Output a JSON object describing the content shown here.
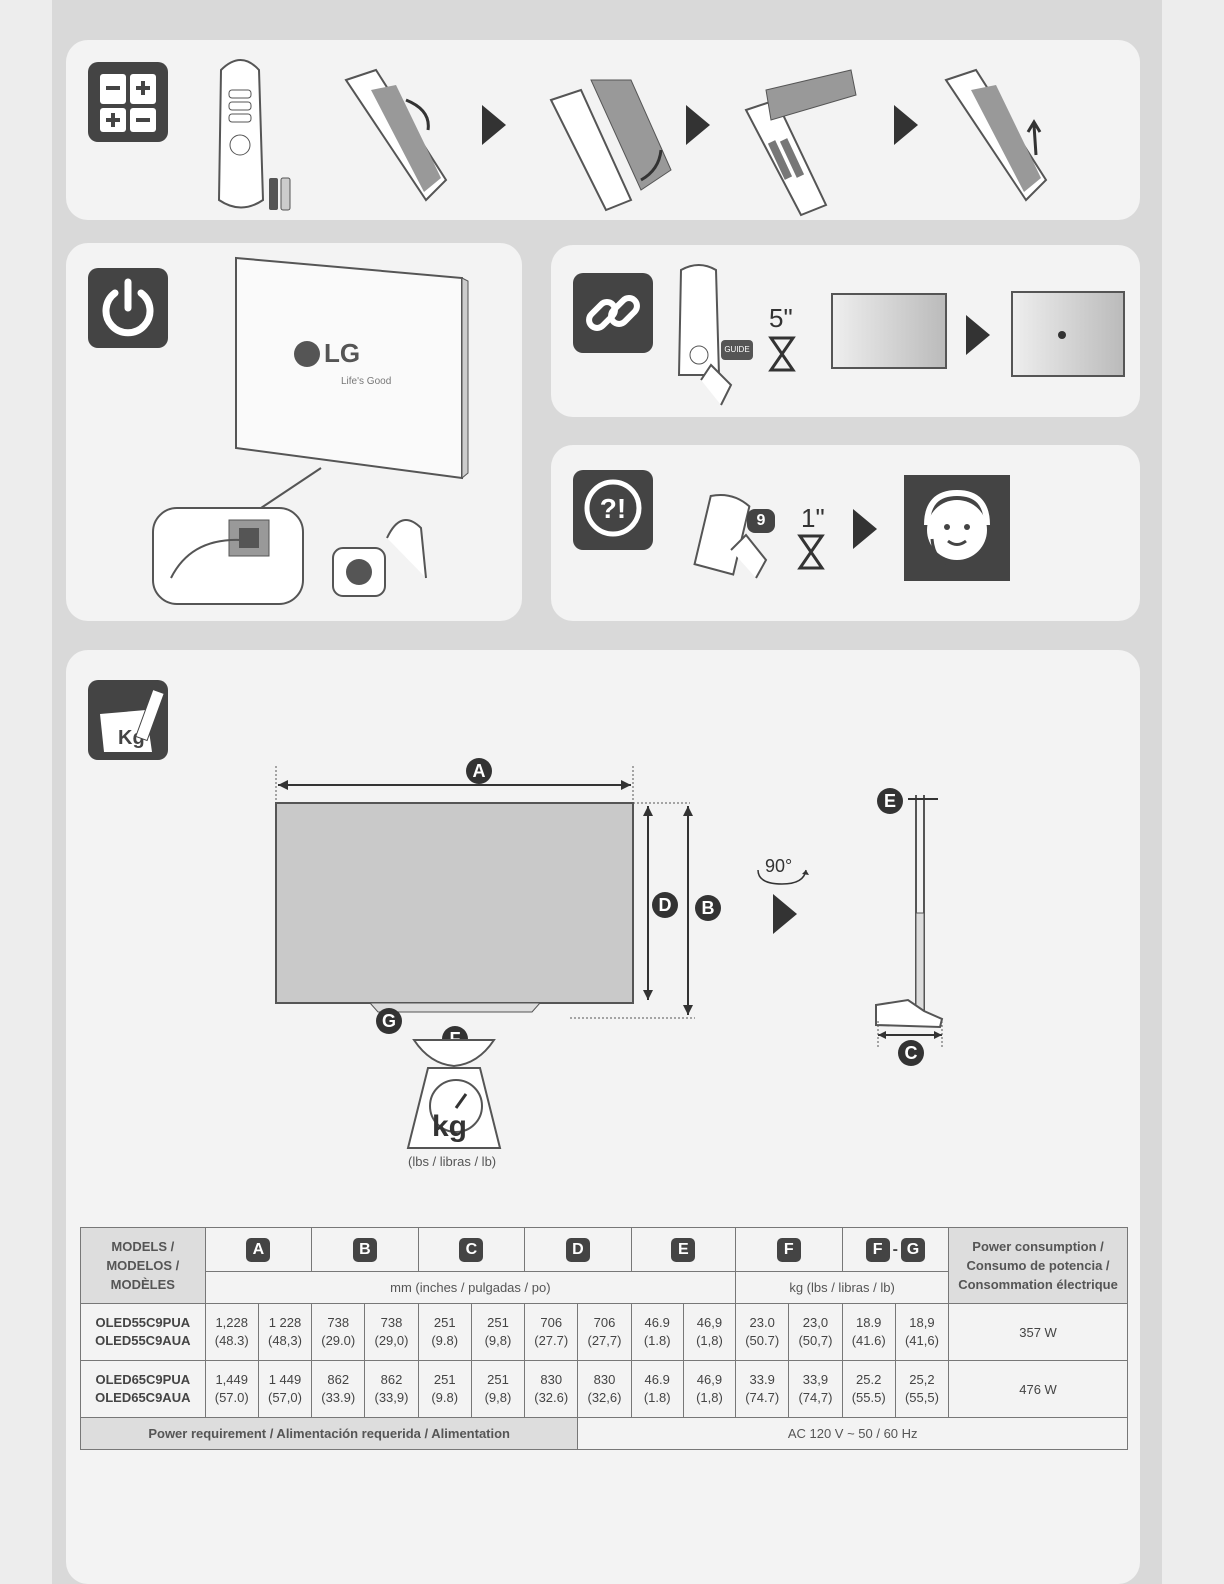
{
  "remote_panel": {},
  "power_panel": {
    "brand": "LG",
    "tagline": "Life's Good"
  },
  "pair_panel": {
    "time": "5\"",
    "remote_key": "GUIDE"
  },
  "help_panel": {
    "time": "1\"",
    "remote_key": "9"
  },
  "dimensions": {
    "labels": {
      "a": "A",
      "b": "B",
      "c": "C",
      "d": "D",
      "e": "E",
      "f": "F",
      "g": "G"
    },
    "rotation": "90°",
    "scale_unit": "kg",
    "scale_caption": "(lbs / libras / lb)"
  },
  "table": {
    "models_header": [
      "MODELS /",
      "MODELOS /",
      "MODÈLES"
    ],
    "col_letters": [
      "A",
      "B",
      "C",
      "D",
      "E",
      "F"
    ],
    "fg_left": "F",
    "fg_dash": "-",
    "fg_right": "G",
    "power_header": [
      "Power consumption /",
      "Consumo de potencia /",
      "Consommation électrique"
    ],
    "unit_mm": "mm (inches / pulgadas / po)",
    "unit_kg": "kg (lbs / libras / lb)",
    "rows": [
      {
        "models": [
          "OLED55C9PUA",
          "OLED55C9AUA"
        ],
        "cells": [
          [
            "1,228",
            "(48.3)"
          ],
          [
            "1 228",
            "(48,3)"
          ],
          [
            "738",
            "(29.0)"
          ],
          [
            "738",
            "(29,0)"
          ],
          [
            "251",
            "(9.8)"
          ],
          [
            "251",
            "(9,8)"
          ],
          [
            "706",
            "(27.7)"
          ],
          [
            "706",
            "(27,7)"
          ],
          [
            "46.9",
            "(1.8)"
          ],
          [
            "46,9",
            "(1,8)"
          ],
          [
            "23.0",
            "(50.7)"
          ],
          [
            "23,0",
            "(50,7)"
          ],
          [
            "18.9",
            "(41.6)"
          ],
          [
            "18,9",
            "(41,6)"
          ]
        ],
        "power": "357 W"
      },
      {
        "models": [
          "OLED65C9PUA",
          "OLED65C9AUA"
        ],
        "cells": [
          [
            "1,449",
            "(57.0)"
          ],
          [
            "1 449",
            "(57,0)"
          ],
          [
            "862",
            "(33.9)"
          ],
          [
            "862",
            "(33,9)"
          ],
          [
            "251",
            "(9.8)"
          ],
          [
            "251",
            "(9,8)"
          ],
          [
            "830",
            "(32.6)"
          ],
          [
            "830",
            "(32,6)"
          ],
          [
            "46.9",
            "(1.8)"
          ],
          [
            "46,9",
            "(1,8)"
          ],
          [
            "33.9",
            "(74.7)"
          ],
          [
            "33,9",
            "(74,7)"
          ],
          [
            "25.2",
            "(55.5)"
          ],
          [
            "25,2",
            "(55,5)"
          ]
        ],
        "power": "476 W"
      }
    ],
    "power_req_label": "Power requirement / Alimentación requerida / Alimentation",
    "power_req_value": "AC 120 V ~ 50 / 60 Hz"
  },
  "icons": {
    "battery": "battery-polarity-icon",
    "power": "power-icon",
    "link": "link-icon",
    "help": "help-icon",
    "weight": "weight-measure-icon",
    "support": "support-agent-icon"
  }
}
